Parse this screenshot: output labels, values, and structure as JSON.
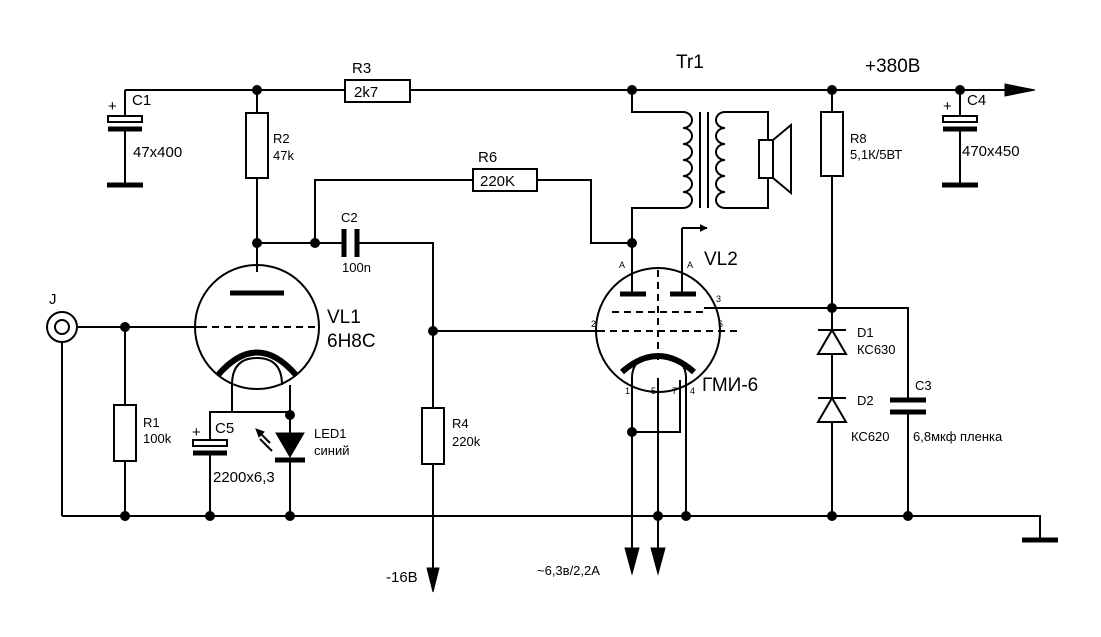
{
  "labels": {
    "r3": "R3",
    "r3_val": "2k7",
    "tr1": "Tr1",
    "supply": "+380В",
    "c1": "C1",
    "c1_plus": "+",
    "c1_val": "47x400",
    "r2": "R2",
    "r2_val": "47k",
    "r6": "R6",
    "r6_val": "220K",
    "r8": "R8",
    "r8_val": "5,1К/5ВТ",
    "c4": "C4",
    "c4_plus": "+",
    "c4_val": "470x450",
    "c2": "C2",
    "c2_val": "100n",
    "vl2": "VL2",
    "j": "J",
    "vl1": "VL1",
    "vl1_type": "6Н8С",
    "r1": "R1",
    "r1_val": "100k",
    "c5": "C5",
    "c5_plus": "+",
    "c5_val": "2200x6,3",
    "led1": "LED1",
    "led1_val": "синий",
    "r4": "R4",
    "r4_val": "220k",
    "d1": "D1",
    "d1_val": "КС630",
    "d2": "D2",
    "d2_val": "КС620",
    "c3": "C3",
    "c3_val": "6,8мкф пленка",
    "vl2_type": "ГМИ-6",
    "neg": "-16В",
    "heater": "~6,3в/2,2А",
    "pin_a1": "A",
    "pin_a2": "A",
    "pin_2": "2",
    "pin_3": "3",
    "pin_6": "6",
    "pin_1": "1",
    "pin_5": "5",
    "pin_7": "7",
    "pin_4": "4"
  }
}
